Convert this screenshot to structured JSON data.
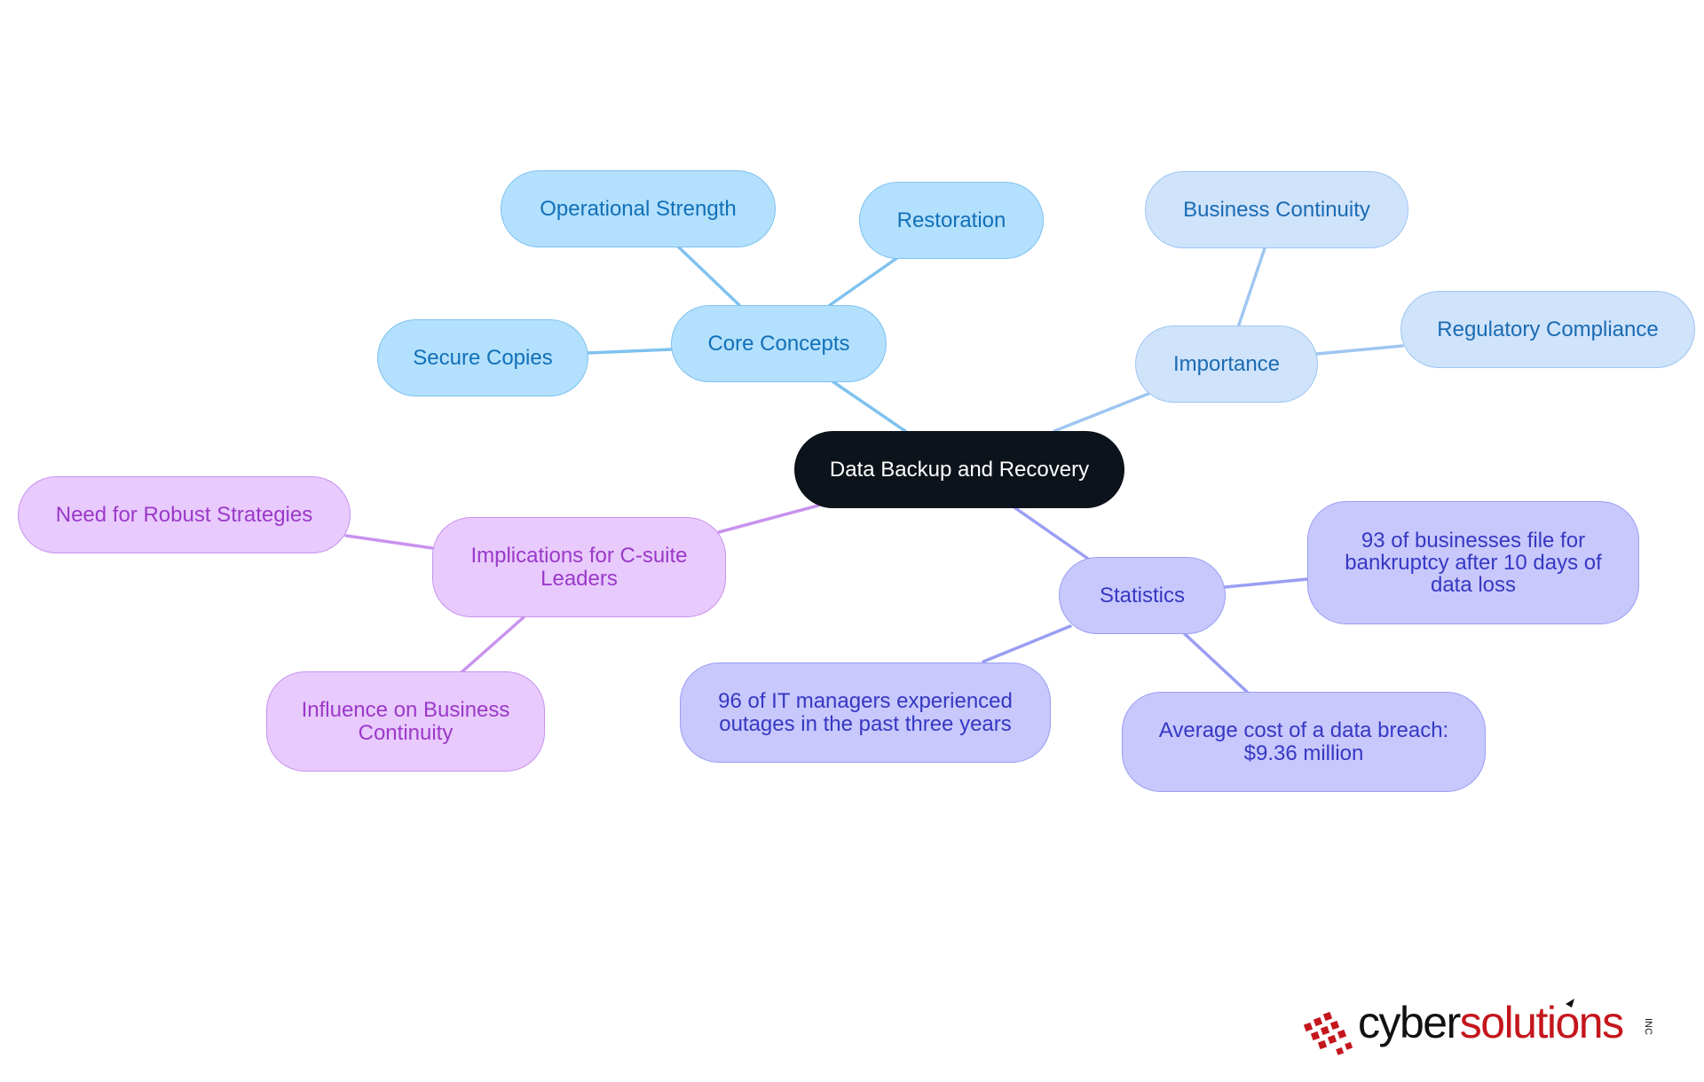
{
  "diagram": {
    "root": {
      "label": "Data Backup and Recovery"
    },
    "core_concepts": {
      "label": "Core Concepts",
      "children": [
        "Operational Strength",
        "Restoration",
        "Secure Copies"
      ]
    },
    "importance": {
      "label": "Importance",
      "children": [
        "Business Continuity",
        "Regulatory Compliance"
      ]
    },
    "statistics": {
      "label": "Statistics",
      "children": [
        "93 of businesses file for bankruptcy after 10 days of data loss",
        "96 of IT managers experienced outages in the past three years",
        "Average cost of a data breach: $9.36 million"
      ]
    },
    "implications": {
      "label": "Implications for C-suite Leaders",
      "children": [
        "Need for Robust Strategies",
        "Influence on Business Continuity"
      ]
    }
  },
  "colors": {
    "root": "#0d131b",
    "core_concepts": "#b3e0fd",
    "importance": "#cfe3fb",
    "statistics": "#c8c8fd",
    "implications": "#e8cafd"
  },
  "logo": {
    "text_prefix": "cyber",
    "text_suffix": "solutions",
    "suffix_tag": "INC",
    "prefix_color": "#111111",
    "suffix_color": "#c4161c"
  }
}
